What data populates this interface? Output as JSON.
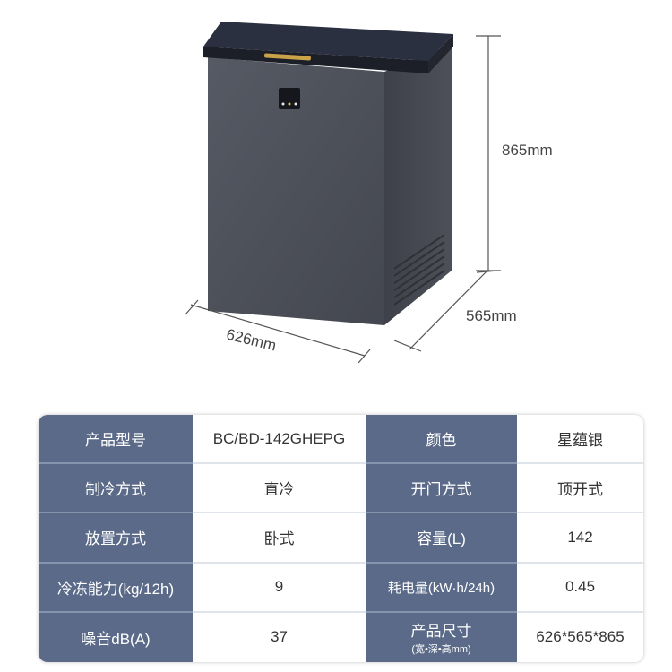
{
  "product_image": {
    "dimensions": {
      "height": "865mm",
      "depth": "565mm",
      "width": "626mm"
    },
    "colors": {
      "body": "#4a4d56",
      "lid": "#2a2f3c",
      "handle": "#c9a24a"
    }
  },
  "spec_table": {
    "rows": [
      [
        {
          "label": "产品型号",
          "value": "BC/BD-142GHEPG"
        },
        {
          "label": "颜色",
          "value": "星蕴银"
        }
      ],
      [
        {
          "label": "制冷方式",
          "value": "直冷"
        },
        {
          "label": "开门方式",
          "value": "顶开式"
        }
      ],
      [
        {
          "label": "放置方式",
          "value": "卧式"
        },
        {
          "label": "容量(L)",
          "value": "142"
        }
      ],
      [
        {
          "label": "冷冻能力(kg/12h)",
          "value": "9"
        },
        {
          "label": "耗电量(kW·h/24h)",
          "value": "0.45"
        }
      ],
      [
        {
          "label": "噪音dB(A)",
          "value": "37"
        },
        {
          "label": "产品尺寸",
          "sublabel": "(宽•深•高mm)",
          "value": "626*565*865"
        }
      ]
    ]
  }
}
